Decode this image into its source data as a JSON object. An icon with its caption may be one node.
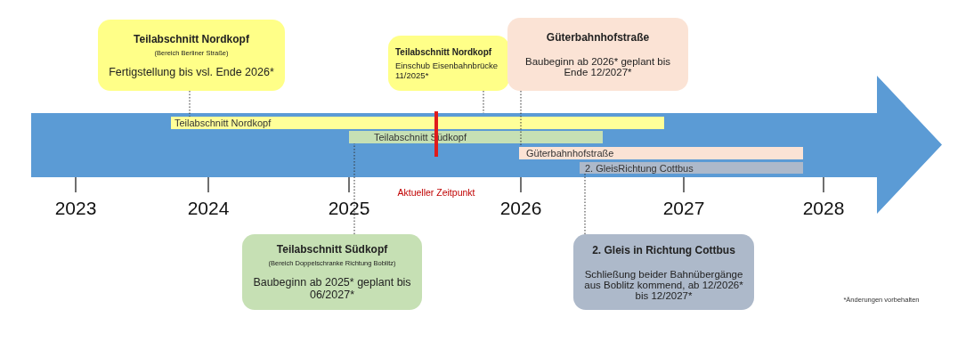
{
  "diagram": {
    "nodes": [
      {
        "text": [
          "Teilabschnitt  Nordkopf",
          "(Bereich  Berliner  Straße)",
          "Fertigstellung bis vsl. Ende 2026*"
        ]
      },
      {
        "text": [
          "Teilabschnitt Nordkopf",
          "Einschub Eisenbahnbrücke 11/2025*"
        ]
      },
      {
        "text": [
          "Güterbahnhofstraße",
          "Baubeginn ab 2026* geplant bis Ende 12/2027*"
        ]
      },
      {
        "text": [],
        "shape": "arrow"
      },
      {
        "text": [
          "Teilabschnitt Nordkopf"
        ],
        "in": 3
      },
      {
        "text": [
          "Teilabschnitt Südkopf"
        ],
        "in": 3
      },
      {
        "text": [
          "Güterbahnhofstraße"
        ],
        "in": 3
      },
      {
        "text": [
          "2. GleisRichtung Cottbus"
        ],
        "in": 3
      },
      {
        "text": [
          "Teilabschnitt  Südkopf",
          "(Bereich  Doppelschranke Richtung Boblitz)",
          "Baubeginn ab 2025* geplant bis 06/2027*"
        ]
      },
      {
        "text": [
          "2. Gleis  in  Richtung  Cottbus",
          "Schließung beider Bahnübergänge aus Boblitz kommend, ab 12/2026* bis 12/2027*"
        ]
      }
    ],
    "edges": [
      {
        "from": 0,
        "to": 4,
        "arrow": "none",
        "style": "dashed"
      },
      {
        "from": 1,
        "to": 3,
        "arrow": "none",
        "style": "dashed"
      },
      {
        "from": 2,
        "to": 6,
        "arrow": "none",
        "style": "dashed"
      },
      {
        "from": 8,
        "to": 5,
        "arrow": "none",
        "style": "dashed"
      },
      {
        "from": 9,
        "to": 7,
        "arrow": "none",
        "style": "dashed"
      }
    ],
    "labels": [
      "Aktueller Zeitpunkt",
      "2023",
      "2024",
      "2025",
      "2026",
      "2027",
      "2028",
      "*Änderungen  vorbehalten"
    ]
  }
}
